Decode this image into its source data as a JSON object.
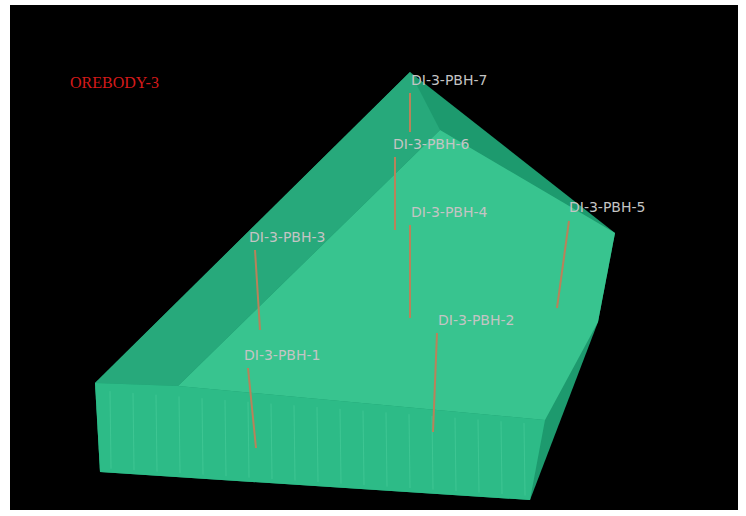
{
  "diagram": {
    "title": "OREBODY-3",
    "labels": [
      "DI-3-PBH-7",
      "DI-3-PBH-6",
      "DI-3-PBH-4",
      "DI-3-PBH-5",
      "DI-3-PBH-3",
      "DI-3-PBH-2",
      "DI-3-PBH-1"
    ]
  }
}
